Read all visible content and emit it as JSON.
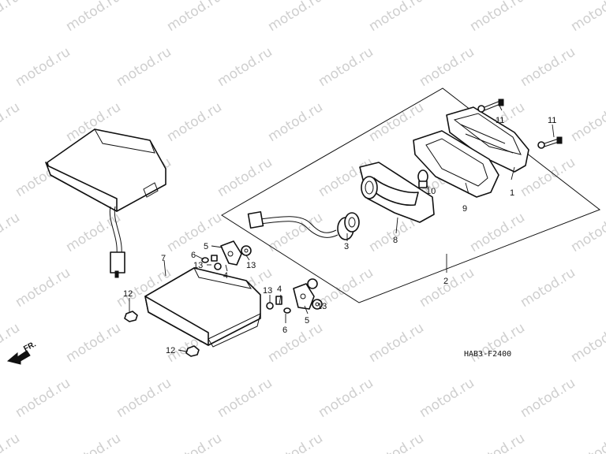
{
  "watermark": "motod.ru",
  "diagram_code": "HAB3-F2400",
  "direction_label": "FR.",
  "callouts": {
    "c1": "1",
    "c2": "2",
    "c3": "3",
    "c4a": "4",
    "c4b": "4",
    "c5a": "5",
    "c5b": "5",
    "c6a": "6",
    "c6b": "6",
    "c7": "7",
    "c8": "8",
    "c9": "9",
    "c10": "10",
    "c11a": "11",
    "c11b": "11",
    "c12a": "12",
    "c12b": "12",
    "c13a": "13",
    "c13b": "13",
    "c13c": "13",
    "c13d": "13"
  }
}
